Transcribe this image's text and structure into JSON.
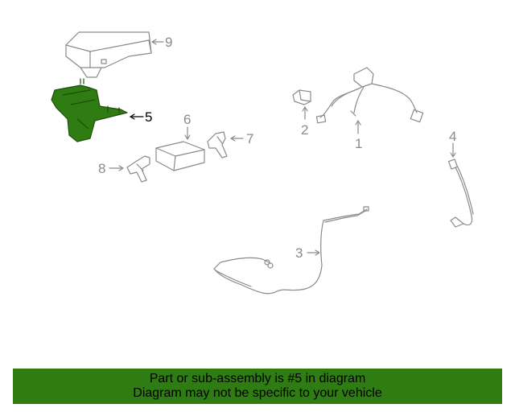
{
  "callouts": {
    "c1": "1",
    "c2": "2",
    "c3": "3",
    "c4": "4",
    "c5": "5",
    "c6": "6",
    "c7": "7",
    "c8": "8",
    "c9": "9"
  },
  "colors": {
    "highlight_part": "#2f7d12",
    "line_gray": "#8a8a8a",
    "banner_bg": "#2f7d12",
    "text_dark": "#000000"
  },
  "highlighted_part": "5",
  "banner": {
    "line1": "Part or sub-assembly is #5 in diagram",
    "line2": "Diagram may not be specific to your vehicle"
  }
}
